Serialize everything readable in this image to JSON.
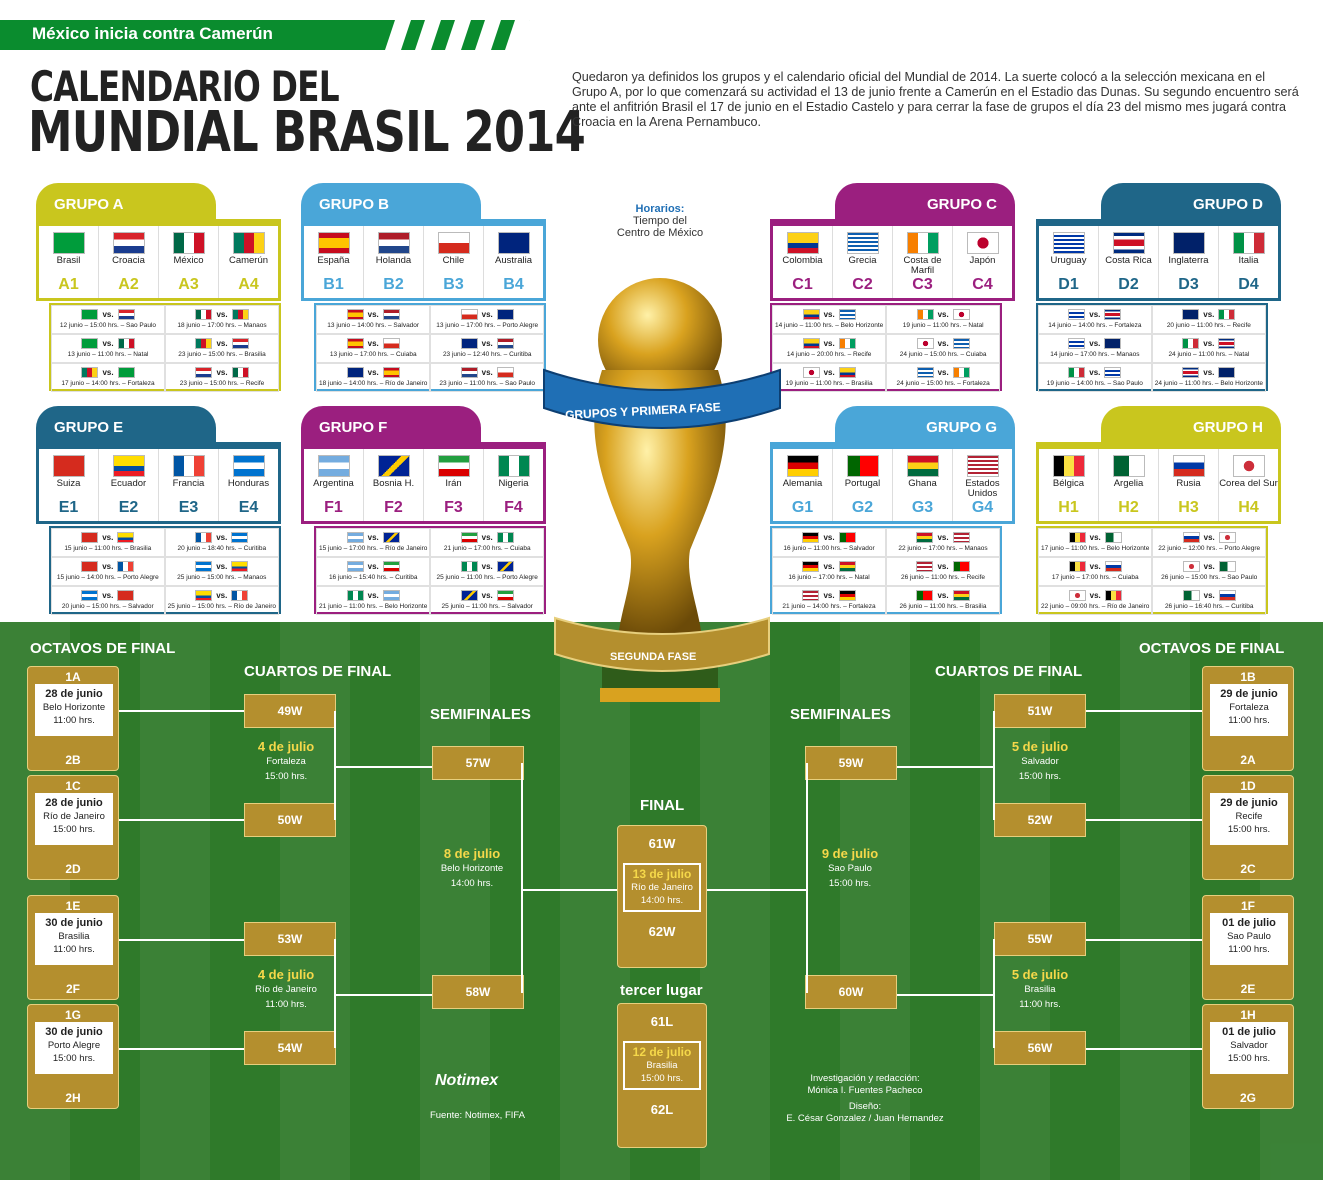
{
  "banner": "México inicia contra Camerún",
  "title_line1": "CALENDARIO DEL",
  "title_line2": "MUNDIAL BRASIL 2014",
  "intro": "Quedaron ya definidos los grupos y el calendario oficial del Mundial de 2014. La suerte colocó a la selección mexicana en el Grupo A, por lo que comenzará su actividad el 13 de junio frente a Camerún en el Estadio das Dunas. Su segundo encuentro será ante el anfitrión Brasil el 17 de junio en el Estadio Castelo y para cerrar la fase de grupos el día 23 del mismo mes jugará contra Croacia en la Arena Pernambuco.",
  "horarios": {
    "label": "Horarios:",
    "line1": "Tiempo del",
    "line2": "Centro de México"
  },
  "ribbon_top": "GRUPOS Y PRIMERA FASE",
  "ribbon_bottom": "SEGUNDA FASE",
  "groups": [
    {
      "name": "GRUPO A",
      "color": "#c9c61e",
      "teams": [
        [
          "Brasil",
          "A1"
        ],
        [
          "Croacia",
          "A2"
        ],
        [
          "México",
          "A3"
        ],
        [
          "Camerún",
          "A4"
        ]
      ],
      "matches": [
        "12 junio – 15:00 hrs. – Sao Paulo",
        "18 junio – 17:00 hrs. – Manaos",
        "13 junio – 11:00 hrs. – Natal",
        "23 junio – 15:00 hrs. – Brasilia",
        "17 junio – 14:00 hrs. – Fortaleza",
        "23 junio – 15:00 hrs. – Recife"
      ]
    },
    {
      "name": "GRUPO B",
      "color": "#4aa6d8",
      "teams": [
        [
          "España",
          "B1"
        ],
        [
          "Holanda",
          "B2"
        ],
        [
          "Chile",
          "B3"
        ],
        [
          "Australia",
          "B4"
        ]
      ],
      "matches": [
        "13 junio – 14:00 hrs. – Salvador",
        "13 junio – 17:00 hrs. – Porto Alegre",
        "13 junio – 17:00 hrs. – Cuiaba",
        "23 junio – 12:40 hrs. – Curitiba",
        "18 junio – 14:00 hrs. – Río de Janeiro",
        "23 junio – 11:00 hrs. – Sao Paulo"
      ]
    },
    {
      "name": "GRUPO C",
      "color": "#9b1f7f",
      "teams": [
        [
          "Colombia",
          "C1"
        ],
        [
          "Grecia",
          "C2"
        ],
        [
          "Costa de Marfil",
          "C3"
        ],
        [
          "Japón",
          "C4"
        ]
      ],
      "matches": [
        "14 junio – 11:00 hrs. – Belo Horizonte",
        "19 junio – 11:00 hrs. – Natal",
        "14 junio – 20:00 hrs. – Recife",
        "24 junio – 15:00 hrs. – Cuiaba",
        "19 junio – 11:00 hrs. – Brasilia",
        "24 junio – 15:00 hrs. – Fortaleza"
      ]
    },
    {
      "name": "GRUPO D",
      "color": "#1f6688",
      "teams": [
        [
          "Uruguay",
          "D1"
        ],
        [
          "Costa Rica",
          "D2"
        ],
        [
          "Inglaterra",
          "D3"
        ],
        [
          "Italia",
          "D4"
        ]
      ],
      "matches": [
        "14 junio – 14:00 hrs. – Fortaleza",
        "20 junio – 11:00 hrs. – Recife",
        "14 junio – 17:00 hrs. – Manaos",
        "24 junio – 11:00 hrs. – Natal",
        "19 junio – 14:00 hrs. – Sao Paulo",
        "24 junio – 11:00 hrs. – Belo Horizonte"
      ]
    },
    {
      "name": "GRUPO E",
      "color": "#1f6688",
      "teams": [
        [
          "Suiza",
          "E1"
        ],
        [
          "Ecuador",
          "E2"
        ],
        [
          "Francia",
          "E3"
        ],
        [
          "Honduras",
          "E4"
        ]
      ],
      "matches": [
        "15 junio – 11:00 hrs. – Brasilia",
        "20 junio – 18:40 hrs. – Curitiba",
        "15 junio – 14:00 hrs. – Porto Alegre",
        "25 junio – 15:00 hrs. – Manaos",
        "20 junio – 15:00 hrs. – Salvador",
        "25 junio – 15:00 hrs. – Río de Janeiro"
      ]
    },
    {
      "name": "GRUPO F",
      "color": "#9b1f7f",
      "teams": [
        [
          "Argentina",
          "F1"
        ],
        [
          "Bosnia H.",
          "F2"
        ],
        [
          "Irán",
          "F3"
        ],
        [
          "Nigeria",
          "F4"
        ]
      ],
      "matches": [
        "15 junio – 17:00 hrs. – Río de Janeiro",
        "21 junio – 17:00 hrs. – Cuiaba",
        "16 junio – 15:40 hrs. – Curitiba",
        "25 junio – 11:00 hrs. – Porto Alegre",
        "21 junio – 11:00 hrs. – Belo Horizonte",
        "25 junio – 11:00 hrs. – Salvador"
      ]
    },
    {
      "name": "GRUPO G",
      "color": "#4aa6d8",
      "teams": [
        [
          "Alemania",
          "G1"
        ],
        [
          "Portugal",
          "G2"
        ],
        [
          "Ghana",
          "G3"
        ],
        [
          "Estados Unidos",
          "G4"
        ]
      ],
      "matches": [
        "16 junio – 11:00 hrs. – Salvador",
        "22 junio – 17:00 hrs. – Manaos",
        "16 junio – 17:00 hrs. – Natal",
        "26 junio – 11:00 hrs. – Recife",
        "21 junio – 14:00 hrs. – Fortaleza",
        "26 junio – 11:00 hrs. – Brasilia"
      ]
    },
    {
      "name": "GRUPO H",
      "color": "#c9c61e",
      "teams": [
        [
          "Bélgica",
          "H1"
        ],
        [
          "Argelia",
          "H2"
        ],
        [
          "Rusia",
          "H3"
        ],
        [
          "Corea del Sur",
          "H4"
        ]
      ],
      "matches": [
        "17 junio – 11:00 hrs. – Belo Horizonte",
        "22 junio – 12:00 hrs. – Porto Alegre",
        "17 junio – 17:00 hrs. – Cuiaba",
        "26 junio – 15:00 hrs. – Sao Paulo",
        "22 junio – 09:00 hrs. – Río de Janeiro",
        "26 junio – 16:40 hrs. – Curitiba"
      ]
    }
  ],
  "rounds": {
    "octavos": "OCTAVOS DE FINAL",
    "cuartos": "CUARTOS DE FINAL",
    "semis": "SEMIFINALES",
    "final": "FINAL",
    "tercer": "tercer lugar"
  },
  "vs": "vs.",
  "octavos_left": [
    {
      "top": "1A",
      "bot": "2B",
      "date": "28 de junio",
      "city": "Belo Horizonte",
      "time": "11:00 hrs."
    },
    {
      "top": "1C",
      "bot": "2D",
      "date": "28 de junio",
      "city": "Río de Janeiro",
      "time": "15:00 hrs."
    },
    {
      "top": "1E",
      "bot": "2F",
      "date": "30 de junio",
      "city": "Brasilia",
      "time": "11:00 hrs."
    },
    {
      "top": "1G",
      "bot": "2H",
      "date": "30 de junio",
      "city": "Porto Alegre",
      "time": "15:00 hrs."
    }
  ],
  "octavos_right": [
    {
      "top": "1B",
      "bot": "2A",
      "date": "29 de junio",
      "city": "Fortaleza",
      "time": "11:00 hrs."
    },
    {
      "top": "1D",
      "bot": "2C",
      "date": "29 de junio",
      "city": "Recife",
      "time": "15:00 hrs."
    },
    {
      "top": "1F",
      "bot": "2E",
      "date": "01 de julio",
      "city": "Sao Paulo",
      "time": "11:00 hrs."
    },
    {
      "top": "1H",
      "bot": "2G",
      "date": "01 de julio",
      "city": "Salvador",
      "time": "15:00 hrs."
    }
  ],
  "cuartos_left": {
    "w": [
      "49W",
      "50W",
      "53W",
      "54W"
    ],
    "info": [
      {
        "date": "4 de julio",
        "city": "Fortaleza",
        "time": "15:00 hrs."
      },
      {
        "date": "4 de julio",
        "city": "Río de Janeiro",
        "time": "11:00 hrs."
      }
    ]
  },
  "cuartos_right": {
    "w": [
      "51W",
      "52W",
      "55W",
      "56W"
    ],
    "info": [
      {
        "date": "5 de julio",
        "city": "Salvador",
        "time": "15:00 hrs."
      },
      {
        "date": "5 de julio",
        "city": "Brasilia",
        "time": "11:00 hrs."
      }
    ]
  },
  "semis_left": {
    "w": [
      "57W",
      "58W"
    ],
    "info": {
      "date": "8 de julio",
      "city": "Belo Horizonte",
      "time": "14:00 hrs."
    }
  },
  "semis_right": {
    "w": [
      "59W",
      "60W"
    ],
    "info": {
      "date": "9 de julio",
      "city": "Sao Paulo",
      "time": "15:00 hrs."
    }
  },
  "final": {
    "top": "61W",
    "bot": "62W",
    "date": "13 de julio",
    "city": "Río de Janeiro",
    "time": "14:00 hrs."
  },
  "third": {
    "top": "61L",
    "bot": "62L",
    "date": "12 de julio",
    "city": "Brasilia",
    "time": "15:00 hrs."
  },
  "credits": {
    "notimex": "Notimex",
    "fuente": "Fuente: Notimex, FIFA",
    "inv_label": "Investigación y redacción:",
    "inv": "Mónica I. Fuentes Pacheco",
    "dis_label": "Diseño:",
    "dis": "E. César Gonzalez / Juan Hernandez"
  }
}
